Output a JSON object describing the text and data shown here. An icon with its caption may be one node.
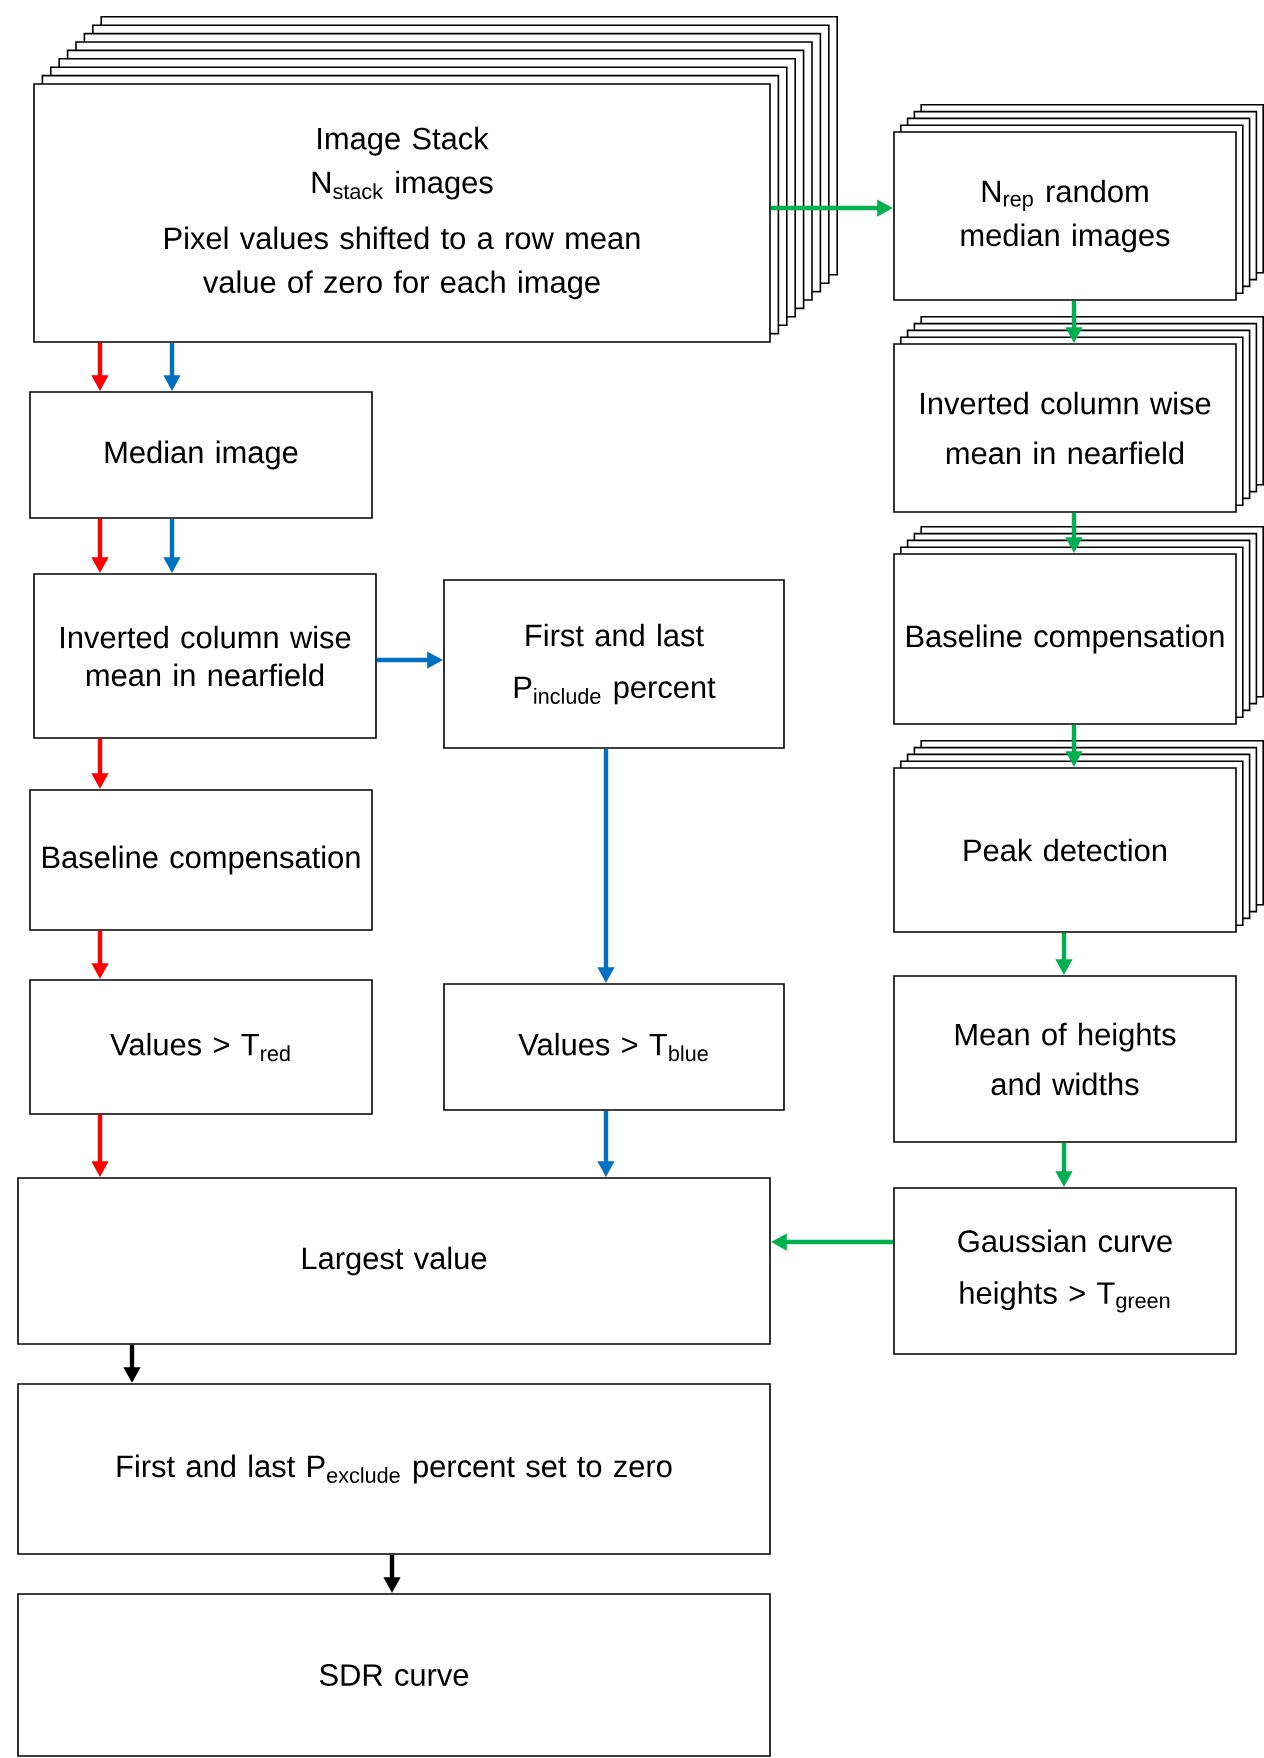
{
  "diagram": {
    "nodes": [
      {
        "text": [
          "Image Stack",
          "N$_{stack}$ images",
          "Pixel values shifted to a row mean value of zero for each image"
        ]
      },
      {
        "text": [
          "Median image"
        ]
      },
      {
        "text": [
          "Inverted column wise mean in nearfield"
        ]
      },
      {
        "text": [
          "First and last P$_{include}$ percent"
        ]
      },
      {
        "text": [
          "Baseline compensation"
        ]
      },
      {
        "text": [
          "Values > T$_{red}$"
        ]
      },
      {
        "text": [
          "Values > T$_{blue}$"
        ]
      },
      {
        "text": [
          "Largest value"
        ]
      },
      {
        "text": [
          "First and last P$_{exclude}$ percent set to zero"
        ]
      },
      {
        "text": [
          "SDR curve"
        ]
      },
      {
        "text": [
          "N$_{rep}$ random median images"
        ]
      },
      {
        "text": [
          "Inverted column wise mean in nearfield"
        ]
      },
      {
        "text": [
          "Baseline compensation"
        ]
      },
      {
        "text": [
          "Peak detection"
        ]
      },
      {
        "text": [
          "Mean of heights and widths"
        ]
      },
      {
        "text": [
          "Gaussian curve heights > T$_{green}$"
        ]
      }
    ],
    "edges": [
      {
        "from": 0,
        "to": 1,
        "arrow": "to",
        "color": "#ff0000"
      },
      {
        "from": 0,
        "to": 1,
        "arrow": "to",
        "color": "#0070c0"
      },
      {
        "from": 1,
        "to": 2,
        "arrow": "to",
        "color": "#ff0000"
      },
      {
        "from": 1,
        "to": 2,
        "arrow": "to",
        "color": "#0070c0"
      },
      {
        "from": 2,
        "to": 3,
        "arrow": "to",
        "color": "#0070c0"
      },
      {
        "from": 2,
        "to": 4,
        "arrow": "to",
        "color": "#ff0000"
      },
      {
        "from": 4,
        "to": 5,
        "arrow": "to",
        "color": "#ff0000"
      },
      {
        "from": 3,
        "to": 6,
        "arrow": "to",
        "color": "#0070c0"
      },
      {
        "from": 5,
        "to": 7,
        "arrow": "to",
        "color": "#ff0000"
      },
      {
        "from": 6,
        "to": 7,
        "arrow": "to",
        "color": "#0070c0"
      },
      {
        "from": 0,
        "to": 10,
        "arrow": "to",
        "color": "#00b050"
      },
      {
        "from": 10,
        "to": 11,
        "arrow": "to",
        "color": "#00b050"
      },
      {
        "from": 11,
        "to": 12,
        "arrow": "to",
        "color": "#00b050"
      },
      {
        "from": 12,
        "to": 13,
        "arrow": "to",
        "color": "#00b050"
      },
      {
        "from": 13,
        "to": 14,
        "arrow": "to",
        "color": "#00b050"
      },
      {
        "from": 14,
        "to": 15,
        "arrow": "to",
        "color": "#00b050"
      },
      {
        "from": 15,
        "to": 7,
        "arrow": "to",
        "color": "#00b050"
      },
      {
        "from": 7,
        "to": 8,
        "arrow": "to",
        "color": "#000000"
      },
      {
        "from": 8,
        "to": 9,
        "arrow": "to",
        "color": "#000000"
      }
    ]
  }
}
